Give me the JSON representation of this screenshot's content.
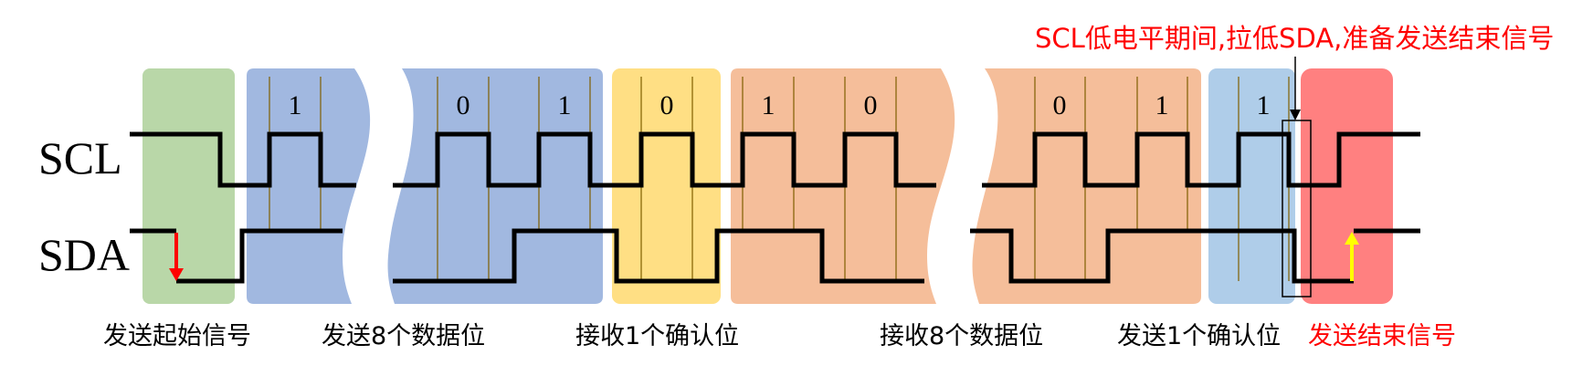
{
  "annotation": {
    "text": "SCL低电平期间,拉低SDA,准备发送结束信号",
    "color": "#ff0000"
  },
  "signals": {
    "scl_label": "SCL",
    "sda_label": "SDA"
  },
  "phases": [
    {
      "id": "start",
      "caption": "发送起始信号",
      "color": "#b9d7a8",
      "caption_color": "#000000"
    },
    {
      "id": "send-data",
      "caption": "发送8个数据位",
      "color": "#a1b8e0",
      "caption_color": "#000000"
    },
    {
      "id": "recv-ack",
      "caption": "接收1个确认位",
      "color": "#ffdf84",
      "caption_color": "#000000"
    },
    {
      "id": "recv-data",
      "caption": "接收8个数据位",
      "color": "#f5be9a",
      "caption_color": "#000000"
    },
    {
      "id": "send-ack",
      "caption": "发送1个确认位",
      "color": "#afcde9",
      "caption_color": "#000000"
    },
    {
      "id": "stop",
      "caption": "发送结束信号",
      "color": "#ff8080",
      "caption_color": "#ff0000"
    }
  ],
  "bits": [
    "1",
    "0",
    "1",
    "0",
    "1",
    "0",
    "0",
    "1",
    "1"
  ],
  "colors": {
    "waveform": "#000000",
    "bit_line": "#7f5f00",
    "start_arrow": "#ff0000",
    "stop_arrow": "#ffff00"
  }
}
